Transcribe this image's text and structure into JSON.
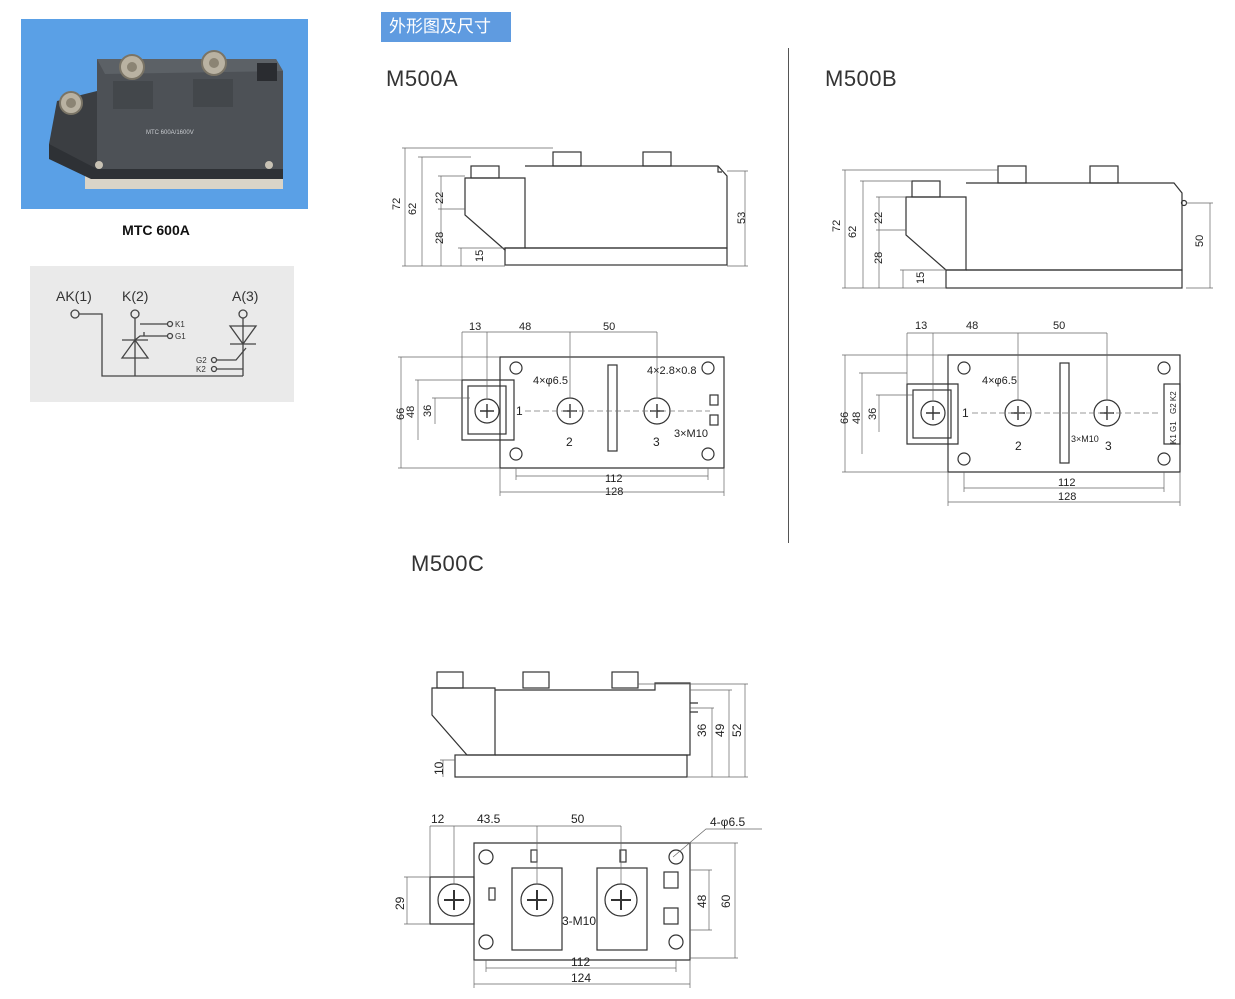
{
  "product": {
    "photo_caption": "MTC 600A",
    "photo_label_text": "MTC 600A/1600V"
  },
  "schematic": {
    "labels": [
      "AK(1)",
      "K(2)",
      "A(3)"
    ],
    "pins": [
      "K1",
      "G1",
      "G2",
      "K2"
    ]
  },
  "section": {
    "tag": "外形图及尺寸"
  },
  "models": {
    "a": {
      "title": "M500A",
      "side_dims": [
        "72",
        "62",
        "22",
        "28",
        "15",
        "53"
      ],
      "top_dims": [
        "13",
        "48",
        "50"
      ],
      "hole_note": "4×φ6.5",
      "terminal_note": "4×2.8×0.8",
      "screw_note": "3×M10",
      "terminal_numbers": [
        "1",
        "2",
        "3"
      ],
      "vert_dims": [
        "66",
        "48",
        "36"
      ],
      "bottom_dims": [
        "112",
        "128"
      ]
    },
    "b": {
      "title": "M500B",
      "side_dims": [
        "72",
        "62",
        "22",
        "28",
        "15",
        "50"
      ],
      "top_dims": [
        "13",
        "48",
        "50"
      ],
      "hole_note": "4×φ6.5",
      "screw_note": "3×M10",
      "terminal_numbers": [
        "1",
        "2",
        "3"
      ],
      "vert_dims": [
        "66",
        "48",
        "36"
      ],
      "bottom_dims": [
        "112",
        "128"
      ],
      "pin_labels": [
        "G2 K2",
        "K1 G1"
      ]
    },
    "c": {
      "title": "M500C",
      "side_dims": [
        "36",
        "49",
        "52",
        "10"
      ],
      "top_dims": [
        "12",
        "43.5",
        "50"
      ],
      "hole_note": "4-φ6.5",
      "screw_note": "3-M10",
      "vert_dims": [
        "29",
        "48",
        "60"
      ],
      "bottom_dims": [
        "112",
        "124"
      ]
    }
  }
}
